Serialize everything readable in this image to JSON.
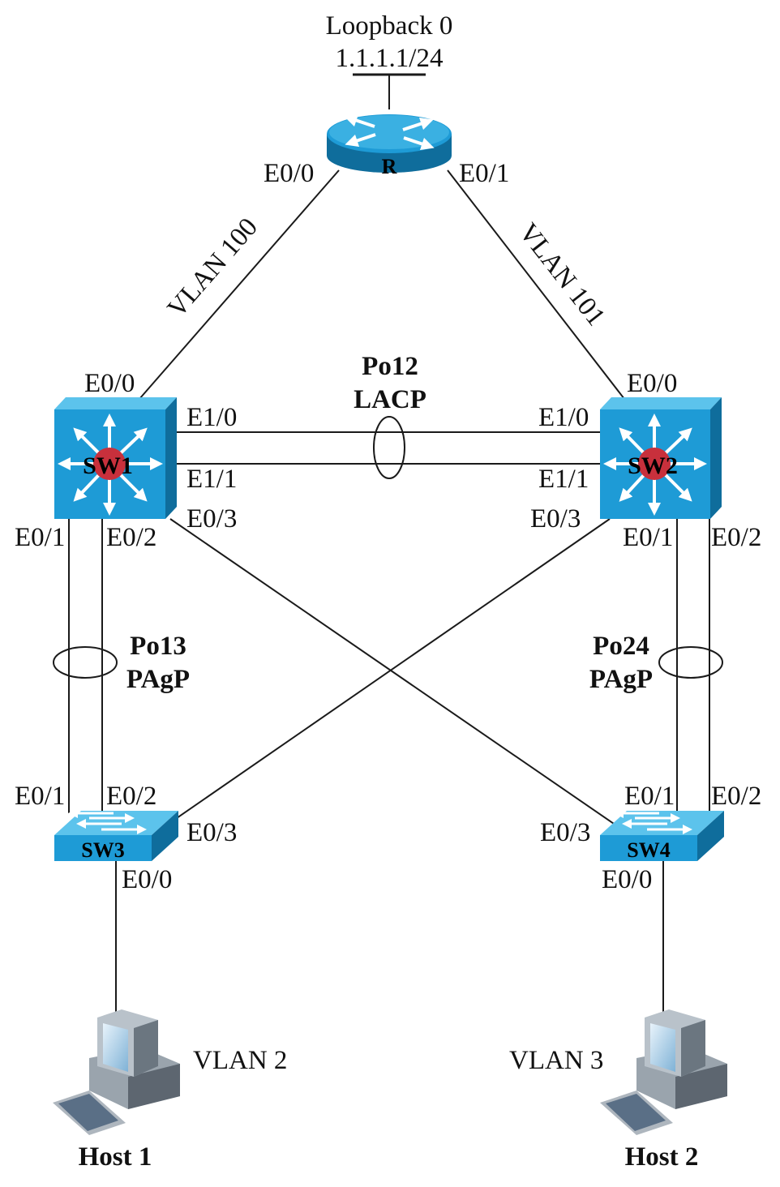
{
  "loopback": {
    "name": "Loopback 0",
    "address": "1.1.1.1/24"
  },
  "devices": {
    "router": "R",
    "sw1": "SW1",
    "sw2": "SW2",
    "sw3": "SW3",
    "sw4": "SW4",
    "host1": "Host 1",
    "host2": "Host 2"
  },
  "interfaces": {
    "r_e00": "E0/0",
    "r_e01": "E0/1",
    "sw1_e00": "E0/0",
    "sw1_e10": "E1/0",
    "sw1_e11": "E1/1",
    "sw1_e03": "E0/3",
    "sw1_e01": "E0/1",
    "sw1_e02": "E0/2",
    "sw2_e00": "E0/0",
    "sw2_e10": "E1/0",
    "sw2_e11": "E1/1",
    "sw2_e03": "E0/3",
    "sw2_e01": "E0/1",
    "sw2_e02": "E0/2",
    "sw3_e01": "E0/1",
    "sw3_e02": "E0/2",
    "sw3_e03": "E0/3",
    "sw3_e00": "E0/0",
    "sw4_e01": "E0/1",
    "sw4_e02": "E0/2",
    "sw4_e03": "E0/3",
    "sw4_e00": "E0/0"
  },
  "vlans": {
    "r_sw1": "VLAN 100",
    "r_sw2": "VLAN 101",
    "host1": "VLAN 2",
    "host2": "VLAN 3"
  },
  "port_channels": {
    "po12": {
      "name": "Po12",
      "protocol": "LACP"
    },
    "po13": {
      "name": "Po13",
      "protocol": "PAgP"
    },
    "po24": {
      "name": "Po24",
      "protocol": "PAgP"
    }
  },
  "colors": {
    "device_face": "#1e9bd6",
    "device_dark": "#0f6d9c",
    "device_light": "#5cc3ec",
    "link": "#1a1a1a",
    "background": "#ffffff"
  }
}
